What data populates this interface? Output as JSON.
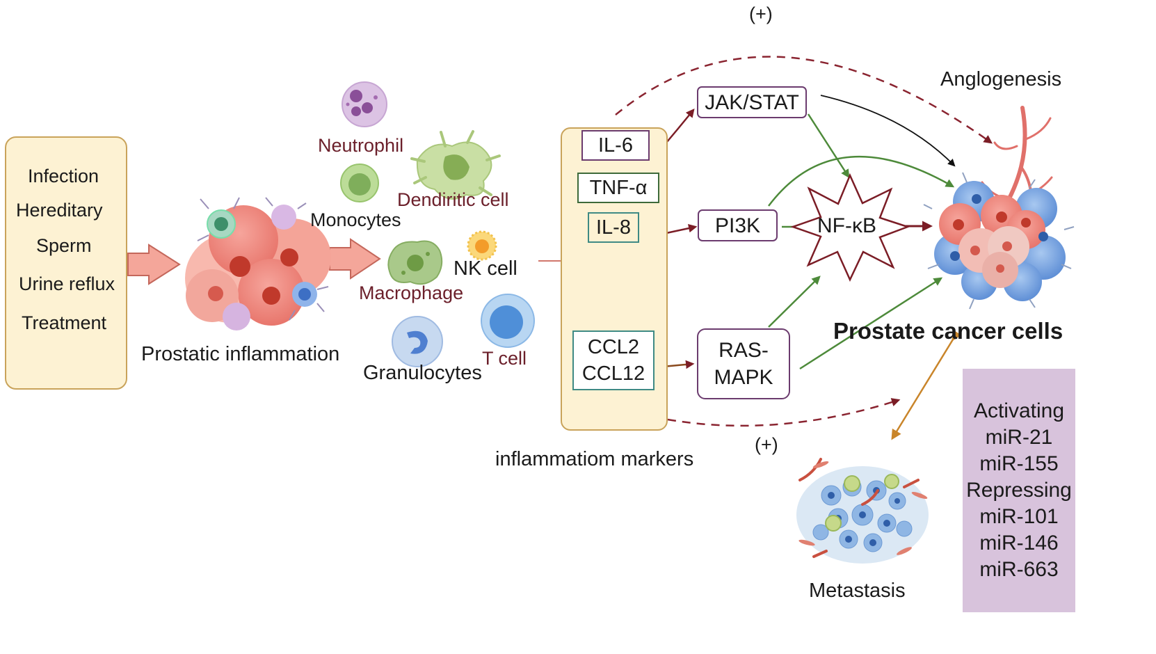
{
  "causes": [
    "Infection",
    "Hereditary",
    "Sperm",
    "Urine reflux",
    "Treatment"
  ],
  "prostatic_inflammation_label": "Prostatic inflammation",
  "immune_cells": {
    "neutrophil": "Neutrophil",
    "dendritic": "Dendiritic cell",
    "monocytes": "Monocytes",
    "macrophage": "Macrophage",
    "nk": "NK cell",
    "granulocytes": "Granulocytes",
    "tcell": "T cell"
  },
  "markers": {
    "il6": "IL-6",
    "tnf": "TNF-α",
    "il8": "IL-8",
    "ccl2": "CCL2",
    "ccl12": "CCL12",
    "caption": "inflammatiom markers"
  },
  "pathways": {
    "jak": "JAK/STAT",
    "pi3k": "PI3K",
    "ras1": "RAS-",
    "ras2": "MAPK",
    "nfkb": "NF-κB"
  },
  "plus_top": "(+)",
  "plus_bottom": "(+)",
  "angiogenesis": "Anglogenesis",
  "prostate_cancer": "Prostate cancer cells",
  "metastasis": "Metastasis",
  "mirna": [
    "Activating",
    "miR-21",
    "miR-155",
    "Repressing",
    "miR-101",
    "miR-146",
    "miR-663"
  ],
  "colors": {
    "dark_red_arrow": "#7b1d26",
    "green_arrow": "#4d8a3a",
    "orange_arrow": "#c9852a",
    "pathway_border": "#6b3b6e",
    "marker_green_border": "#3d6a3a",
    "marker_teal_border": "#3e8a84",
    "panel_fill": "#fdf2d3",
    "mirna_fill": "#d8c3dc"
  }
}
